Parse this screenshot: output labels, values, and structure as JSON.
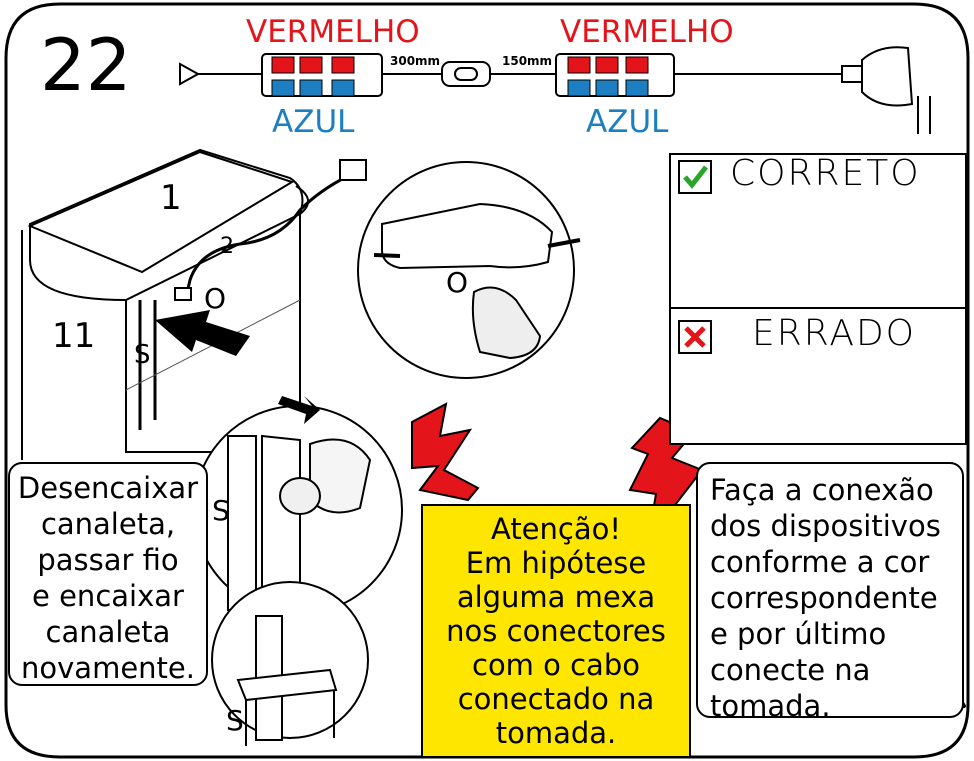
{
  "step_number": "22",
  "cable": {
    "connector_left_top": "VERMELHO",
    "connector_left_bottom": "AZUL",
    "connector_right_top": "VERMELHO",
    "connector_right_bottom": "AZUL",
    "length_a": "300mm",
    "length_b": "150mm"
  },
  "labels": {
    "part_1": "1",
    "part_2": "2",
    "part_11": "11",
    "o_main": "O",
    "o_detail": "O",
    "s_main": "S",
    "s_detail_top": "S",
    "s_detail_bottom": "S"
  },
  "panel": {
    "correct": "CORRETO",
    "wrong": "ERRADO"
  },
  "instructions_left": [
    "Desencaixar",
    "canaleta,",
    "passar fio",
    "e encaixar",
    "canaleta",
    "novamente."
  ],
  "warning": [
    "Atenção!",
    "Em hipótese",
    "alguma mexa",
    "nos conectores",
    "com o cabo",
    "conectado na",
    "tomada."
  ],
  "instructions_right": [
    "Faça a conexão",
    "dos dispositivos",
    "conforme a cor",
    "correspondente",
    "e por último",
    "conecte na",
    "tomada."
  ],
  "colors": {
    "red": "#e4141b",
    "blue": "#1d7fc1",
    "warning_yellow": "#ffe600",
    "check_green": "#2aa52a"
  }
}
